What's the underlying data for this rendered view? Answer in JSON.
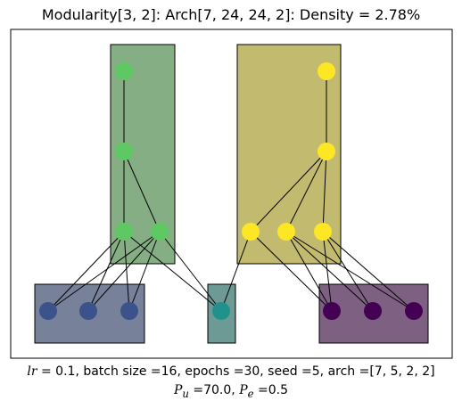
{
  "title": "Modularity[3, 2]: Arch[7, 24, 24, 2]: Density = 2.78%",
  "caption": {
    "lr_symbol": "lr",
    "line1_rest": " =  0.1, batch size =16, epochs =30, seed =5, arch =[7, 5, 2, 2]",
    "pu_symbol": "P",
    "pu_sub": "u",
    "pu_value": " =70.0, ",
    "pe_symbol": "P",
    "pe_sub": "e",
    "pe_value": " =0.5"
  },
  "colors": {
    "module_green": "#86ae84",
    "module_yellow": "#c2ba6f",
    "input_blue": "#78819a",
    "input_teal": "#6e9a96",
    "input_purple": "#7e6182",
    "node_green": "#5ec962",
    "node_yellow": "#fde725",
    "node_blue": "#3b528b",
    "node_teal": "#21918c",
    "node_purple": "#440154"
  }
}
